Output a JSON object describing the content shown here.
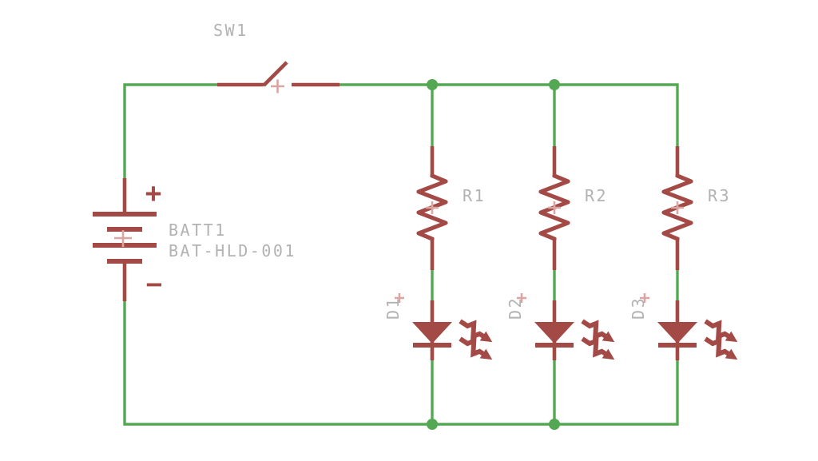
{
  "colors": {
    "wire": "#54a854",
    "symbol": "#a34a46",
    "label": "#b2b2b2",
    "cross": "#dba6a2"
  },
  "schematic": {
    "switch": {
      "refdes": "SW1"
    },
    "battery": {
      "refdes": "BATT1",
      "value": "BAT-HLD-001",
      "polarity_plus": "+",
      "polarity_minus": "−"
    },
    "resistors": [
      {
        "refdes": "R1"
      },
      {
        "refdes": "R2"
      },
      {
        "refdes": "R3"
      }
    ],
    "leds": [
      {
        "refdes": "D1"
      },
      {
        "refdes": "D2"
      },
      {
        "refdes": "D3"
      }
    ]
  }
}
